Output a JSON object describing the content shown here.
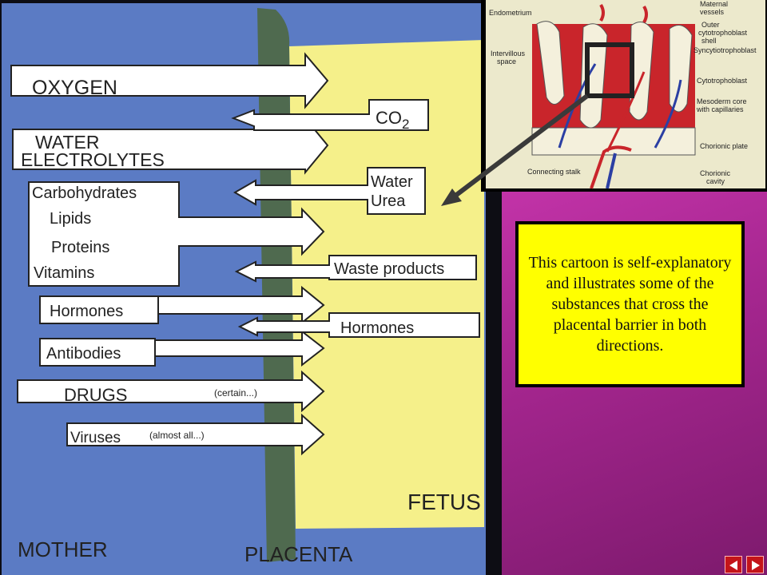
{
  "left_diagram": {
    "region_mother": "MOTHER",
    "region_placenta": "PLACENTA",
    "region_fetus": "FETUS",
    "to_fetus": {
      "oxygen": "OXYGEN",
      "water_line1": "WATER",
      "water_line2": "ELECTROLYTES",
      "carbohydrates": "Carbohydrates",
      "lipids": "Lipids",
      "proteins": "Proteins",
      "vitamins": "Vitamins",
      "hormones": "Hormones",
      "antibodies": "Antibodies",
      "drugs": "DRUGS",
      "drugs_note": "(certain...)",
      "viruses": "Viruses",
      "viruses_note": "(almost all...)"
    },
    "to_mother": {
      "co2_base": "CO",
      "co2_sub": "2",
      "water": "Water",
      "urea": "Urea",
      "waste": "Waste products",
      "hormones": "Hormones"
    },
    "colors": {
      "mother": "#5b7bc4",
      "placenta": "#4f6a4f",
      "fetus": "#f5f08a"
    }
  },
  "inset": {
    "labels": {
      "endometrium": "Endometrium",
      "intervillous_1": "Intervillous",
      "intervillous_2": "space",
      "connecting_stalk": "Connecting stalk",
      "maternal_1": "Maternal",
      "maternal_2": "vessels",
      "outer_1": "Outer",
      "outer_2": "cytotrophoblast",
      "outer_3": "shell",
      "syncytio": "Syncytiotrophoblast",
      "cyto": "Cytotrophoblast",
      "mesoderm_1": "Mesoderm core",
      "mesoderm_2": "with capillaries",
      "chorionic_plate": "Chorionic plate",
      "chorionic_cavity_1": "Chorionic",
      "chorionic_cavity_2": "cavity"
    }
  },
  "caption": "This cartoon is self-explanatory and illustrates some of the substances that cross the placental barrier in both directions.",
  "nav": {
    "prev_icon": "prev-arrow-icon",
    "next_icon": "next-arrow-icon"
  }
}
